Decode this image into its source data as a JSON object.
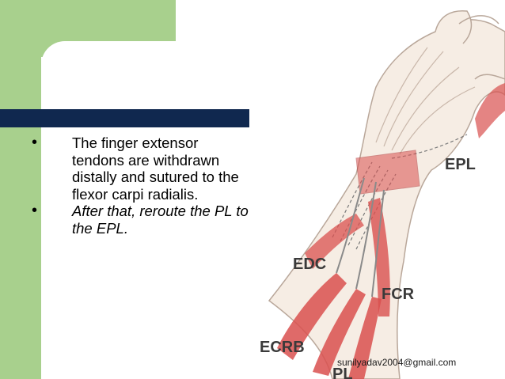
{
  "bullets": [
    {
      "text": "The finger extensor tendons are withdrawn distally and sutured to the flexor carpi radialis.",
      "italic": false
    },
    {
      "text": "After that, reroute the PL to the EPL.",
      "italic": true
    }
  ],
  "figure_labels": {
    "epl": "EPL",
    "edc": "EDC",
    "fcr": "FCR",
    "ecrb": "ECRB",
    "pl": "PL"
  },
  "footer_email": "sunilyadav2004@gmail.com",
  "colors": {
    "green": "#a8d08d",
    "navy": "#10284f",
    "muscle": "#d9504f"
  }
}
